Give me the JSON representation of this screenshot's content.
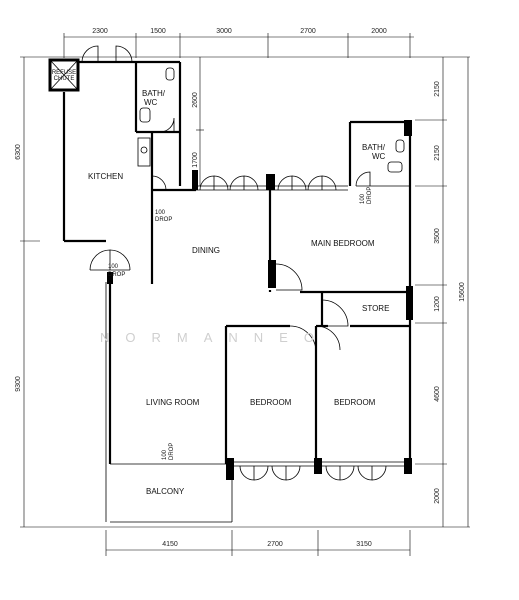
{
  "dimensions": {
    "top": [
      "2300",
      "1500",
      "3000",
      "2700",
      "2000"
    ],
    "bottom": [
      "4150",
      "2700",
      "3150"
    ],
    "left": [
      "6300",
      "9300"
    ],
    "right_inner": [
      "2150",
      "2150",
      "3500",
      "1200",
      "4600",
      "2000"
    ],
    "right_outer": "15600",
    "mid_vertical": [
      "2600",
      "1700"
    ]
  },
  "rooms": {
    "refuse_chute": [
      "REFUSE",
      "CHUTE"
    ],
    "bath_wc_1": [
      "BATH/",
      "WC"
    ],
    "bath_wc_2": [
      "BATH/",
      "WC"
    ],
    "kitchen": "KITCHEN",
    "dining": "DINING",
    "main_bedroom": "MAIN BEDROOM",
    "store": "STORE",
    "living_room": "LIVING ROOM",
    "bedroom_1": "BEDROOM",
    "bedroom_2": "BEDROOM",
    "balcony": "BALCONY"
  },
  "drops": {
    "kitchen": [
      "100",
      "DROP"
    ],
    "entrance": [
      "100",
      "DROP"
    ],
    "bath": [
      "100",
      "DROP"
    ],
    "living": [
      "100",
      "DROP"
    ]
  },
  "watermark": "NORMANNEO"
}
